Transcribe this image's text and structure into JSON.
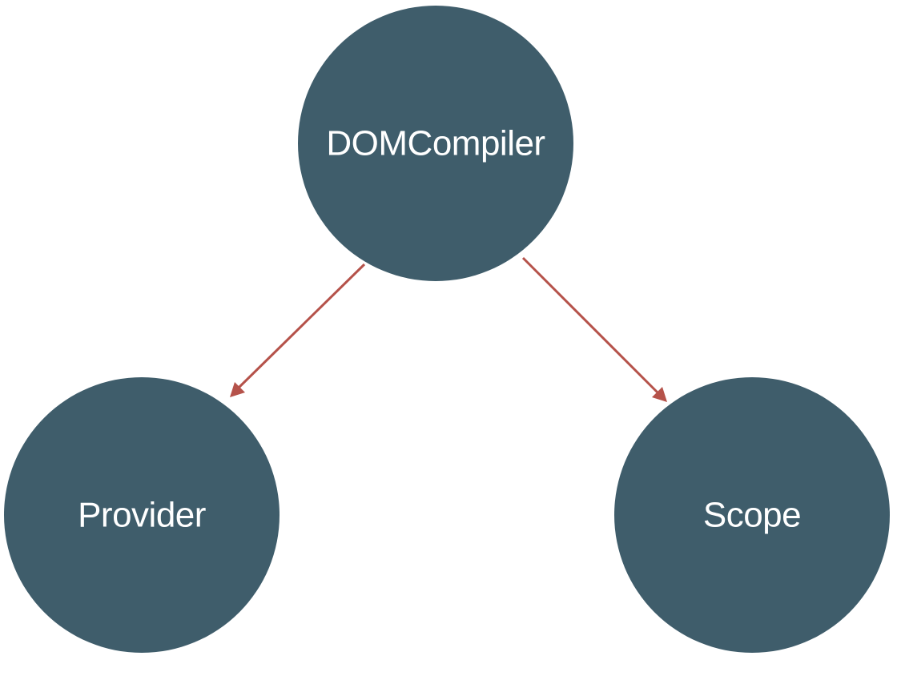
{
  "diagram": {
    "nodes": [
      {
        "id": "domcompiler",
        "label": "DOMCompiler"
      },
      {
        "id": "provider",
        "label": "Provider"
      },
      {
        "id": "scope",
        "label": "Scope"
      }
    ],
    "edges": [
      {
        "from": "domcompiler",
        "to": "provider"
      },
      {
        "from": "domcompiler",
        "to": "scope"
      }
    ],
    "colors": {
      "node_fill": "#3f5d6b",
      "node_text": "#ffffff",
      "edge": "#b5524a",
      "background": "#ffffff"
    }
  }
}
